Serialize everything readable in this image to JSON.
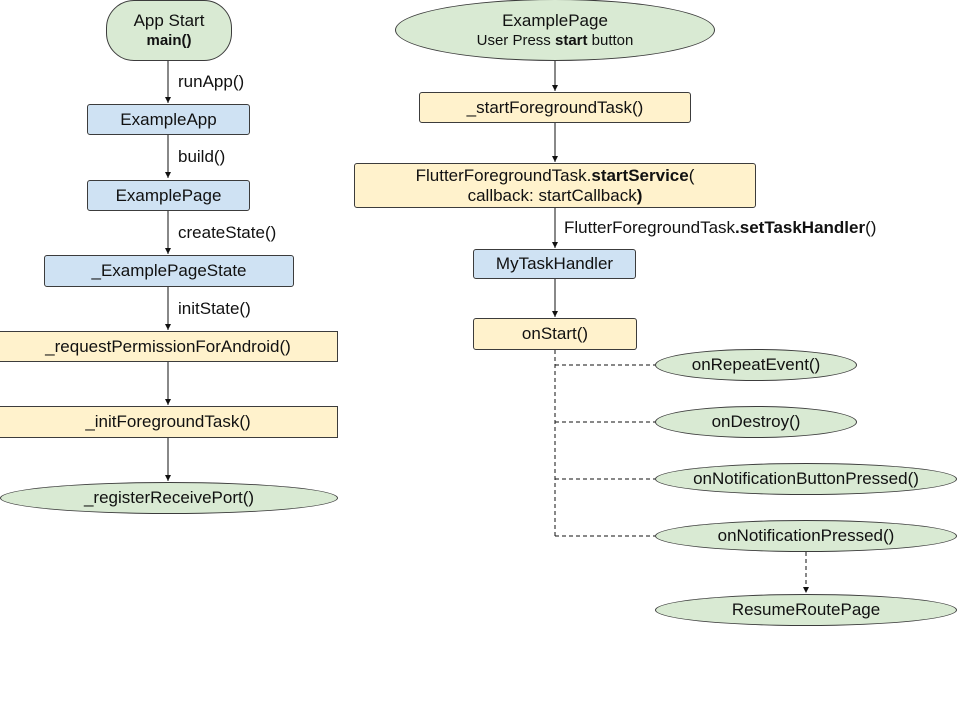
{
  "left": {
    "start": {
      "title": "App Start",
      "sub": "main()"
    },
    "edge_run_app": "runApp()",
    "example_app": "ExampleApp",
    "edge_build": "build()",
    "example_page": "ExamplePage",
    "edge_create_state": "createState()",
    "example_page_state": "_ExamplePageState",
    "edge_init_state": "initState()",
    "request_permission": "_requestPermissionForAndroid()",
    "init_foreground_task": "_initForegroundTask()",
    "register_receive_port": "_registerReceivePort()"
  },
  "right": {
    "page": {
      "title": "ExamplePage",
      "sub_pre": "User Press ",
      "sub_bold": "start",
      "sub_post": " button"
    },
    "start_foreground_task": "_startForegroundTask()",
    "start_service": {
      "pre": "FlutterForegroundTask.",
      "bold": "startService",
      "paren": "(",
      "line2": "callback: startCallback",
      "close": ")"
    },
    "edge_set_handler": {
      "pre": "FlutterForegroundTask",
      "bold": ".setTaskHandler",
      "post": "()"
    },
    "task_handler": "MyTaskHandler",
    "on_start": "onStart()",
    "on_repeat_event": "onRepeatEvent()",
    "on_destroy": "onDestroy()",
    "on_notification_button_pressed": "onNotificationButtonPressed()",
    "on_notification_pressed": "onNotificationPressed()",
    "resume_route_page": "ResumeRoutePage"
  },
  "colors": {
    "blue": "#cfe2f3",
    "yellow": "#fff2cc",
    "green": "#d9ead3",
    "border": "#3c3c3c"
  }
}
